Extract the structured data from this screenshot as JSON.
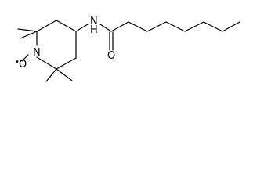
{
  "atoms": {
    "ring_nitrogen": "N",
    "amide_nitrogen_n": "N",
    "amide_nitrogen_h": "H",
    "carbonyl_oxygen": "O",
    "nitroxyl_oxygen": "O",
    "radical_dot": "•"
  }
}
